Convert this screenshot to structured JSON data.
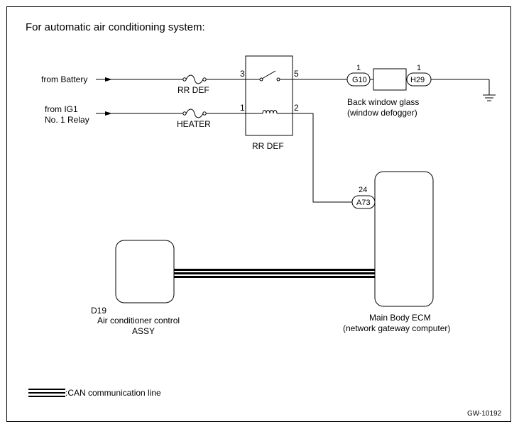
{
  "heading": "For automatic air conditioning system:",
  "inputs": {
    "battery": "from Battery",
    "ig1_line1": "from IG1",
    "ig1_line2": "No. 1 Relay"
  },
  "fuses": {
    "rr_def": "RR DEF",
    "heater": "HEATER"
  },
  "relay": {
    "label": "RR DEF",
    "pin_3": "3",
    "pin_5": "5",
    "pin_1": "1",
    "pin_2": "2"
  },
  "connectors": {
    "g10": {
      "code": "G10",
      "pin": "1"
    },
    "h29": {
      "code": "H29",
      "pin": "1"
    },
    "a73": {
      "code": "A73",
      "pin": "24"
    }
  },
  "defogger": {
    "line1": "Back window glass",
    "line2": "(window defogger)"
  },
  "ac_control": {
    "code": "D19",
    "line1": "Air conditioner control",
    "line2": "ASSY"
  },
  "ecm": {
    "line1": "Main Body ECM",
    "line2": "(network gateway computer)"
  },
  "legend": {
    "can_line": ":CAN communication line"
  },
  "figure_id": "GW-10192"
}
